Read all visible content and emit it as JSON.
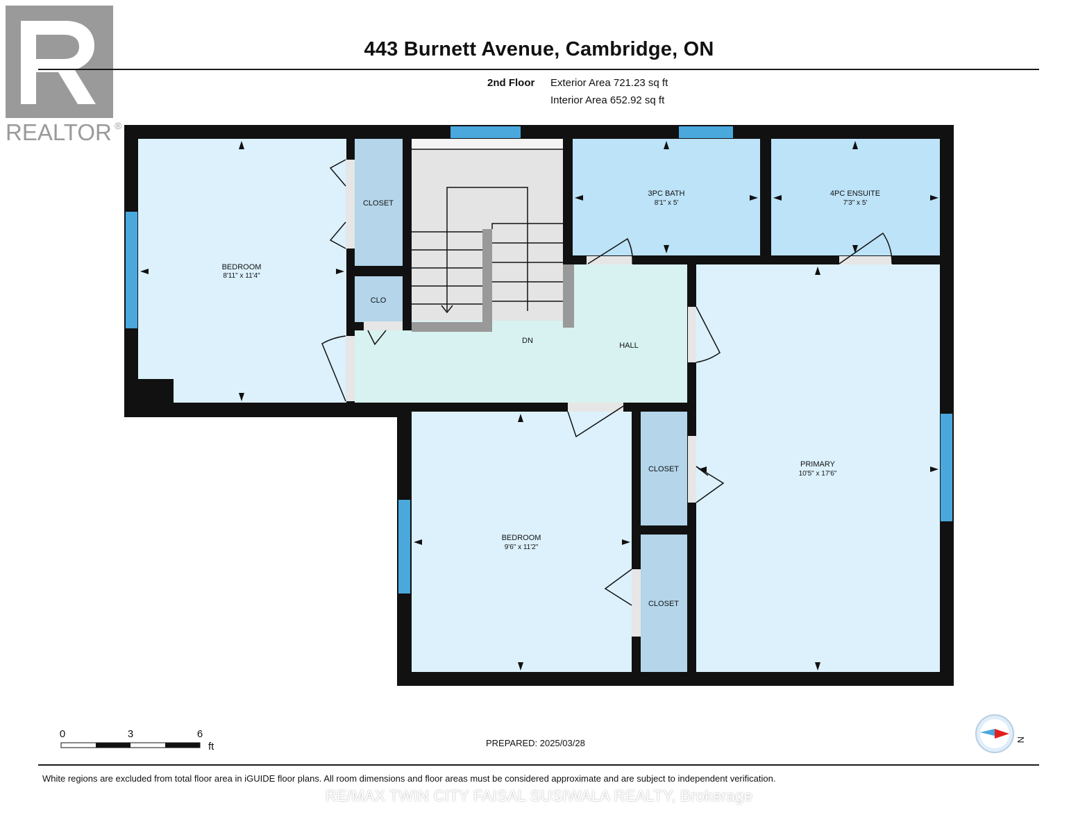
{
  "header": {
    "title": "443 Burnett Avenue, Cambridge, ON",
    "floor_name": "2nd Floor",
    "exterior_area": "Exterior Area 721.23 sq ft",
    "interior_area": "Interior Area 652.92 sq ft"
  },
  "logo": {
    "text": "REALTOR",
    "mark": "®"
  },
  "rooms": {
    "bedroom_nw": {
      "name": "BEDROOM",
      "dims": "8'11\" x 11'4\""
    },
    "closet_nw": {
      "name": "CLOSET"
    },
    "clo": {
      "name": "CLO"
    },
    "stairs": {
      "name": "DN"
    },
    "hall": {
      "name": "HALL"
    },
    "bath": {
      "name": "3PC BATH",
      "dims": "8'1\" x 5'"
    },
    "ensuite": {
      "name": "4PC ENSUITE",
      "dims": "7'3\" x 5'"
    },
    "primary": {
      "name": "PRIMARY",
      "dims": "10'5\" x 17'6\""
    },
    "bedroom_s": {
      "name": "BEDROOM",
      "dims": "9'6\" x 11'2\""
    },
    "closet_mid": {
      "name": "CLOSET"
    },
    "closet_low": {
      "name": "CLOSET"
    }
  },
  "scale": {
    "ticks": [
      "0",
      "3",
      "6"
    ],
    "unit": "ft"
  },
  "compass": {
    "label": "N"
  },
  "footer": {
    "prepared": "PREPARED: 2025/03/28",
    "disclaimer": "White regions are excluded from total floor area in iGUIDE floor plans. All room dimensions and floor areas must be considered approximate and are subject to independent verification.",
    "watermark": "RE/MAX TWIN CITY FAISAL SUSIWALA REALTY, Brokerage"
  },
  "colors": {
    "wall": "#111111",
    "room": "#dcf1fc",
    "bath": "#bde3f8",
    "closet": "#b4d5ea",
    "hall": "#d7f2f0",
    "stairs": "#e4e4e4",
    "window": "#4aa8dd",
    "logo": "#9a9a9a"
  }
}
